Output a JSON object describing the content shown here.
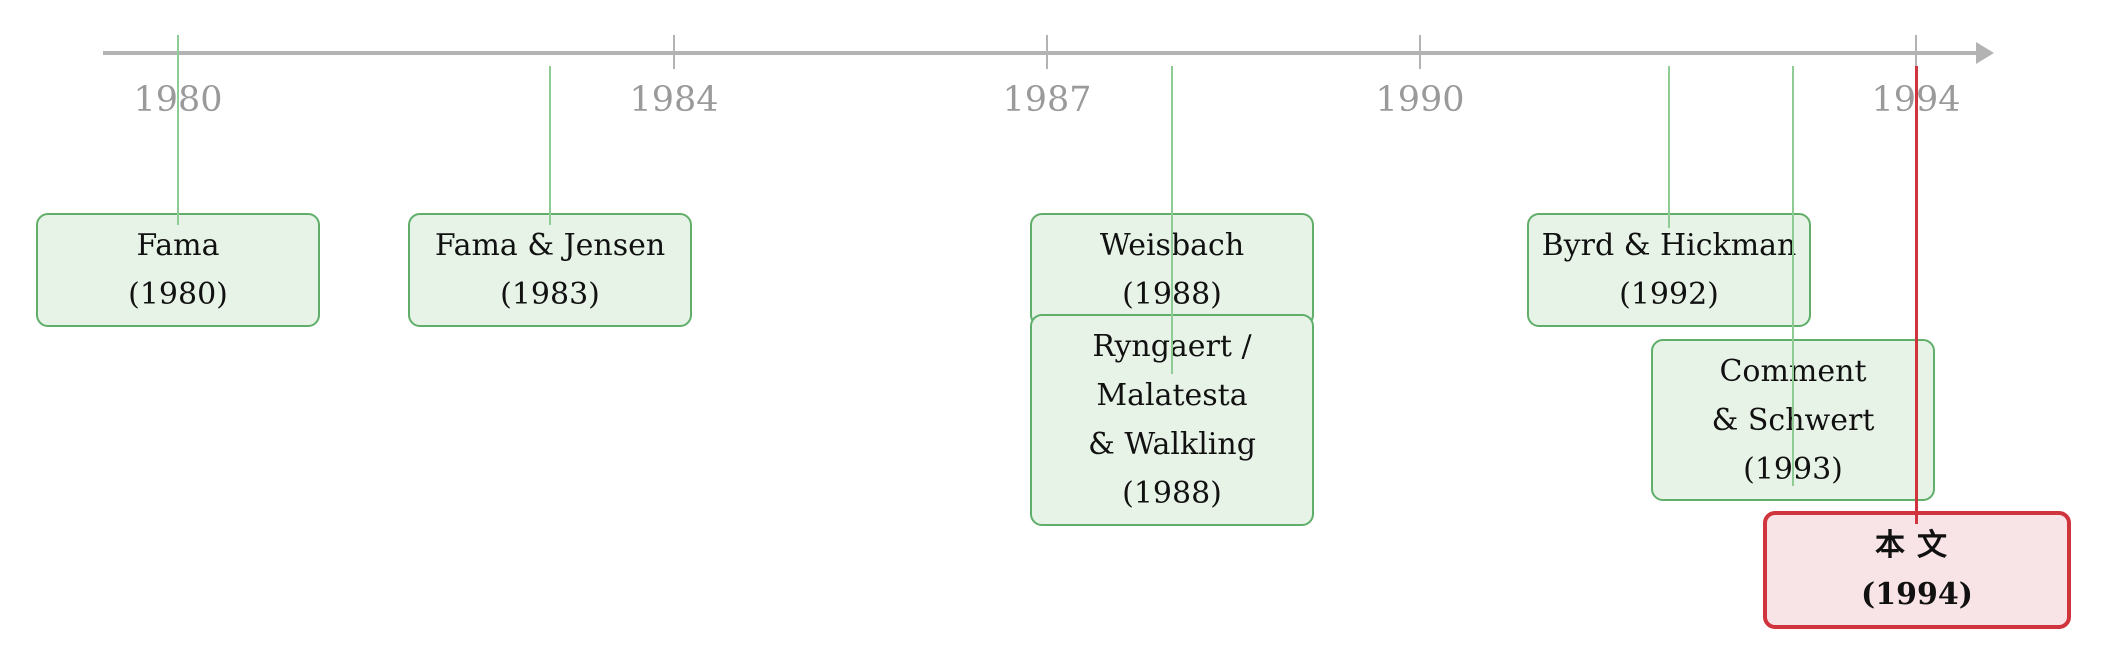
{
  "axis": {
    "years": [
      "1980",
      "1984",
      "1987",
      "1990",
      "1994"
    ]
  },
  "events": [
    {
      "name": "Fama",
      "year": "(1980)"
    },
    {
      "name": "Fama & Jensen",
      "year": "(1983)"
    },
    {
      "name": "Weisbach",
      "year": "(1988)"
    },
    {
      "name_lines": [
        "Ryngaert /",
        "Malatesta",
        "& Walkling"
      ],
      "year": "(1988)"
    },
    {
      "name": "Byrd & Hickman",
      "year": "(1992)"
    },
    {
      "name_lines": [
        "Comment",
        "& Schwert"
      ],
      "year": "(1993)"
    }
  ],
  "current": {
    "name": "本文",
    "year": "(1994)"
  },
  "colors": {
    "axis": "#b3b3b3",
    "event_border": "#5fae69",
    "event_fill": "#e7f3e7",
    "current_border": "#d0343c",
    "current_fill": "#f8e4e6"
  }
}
